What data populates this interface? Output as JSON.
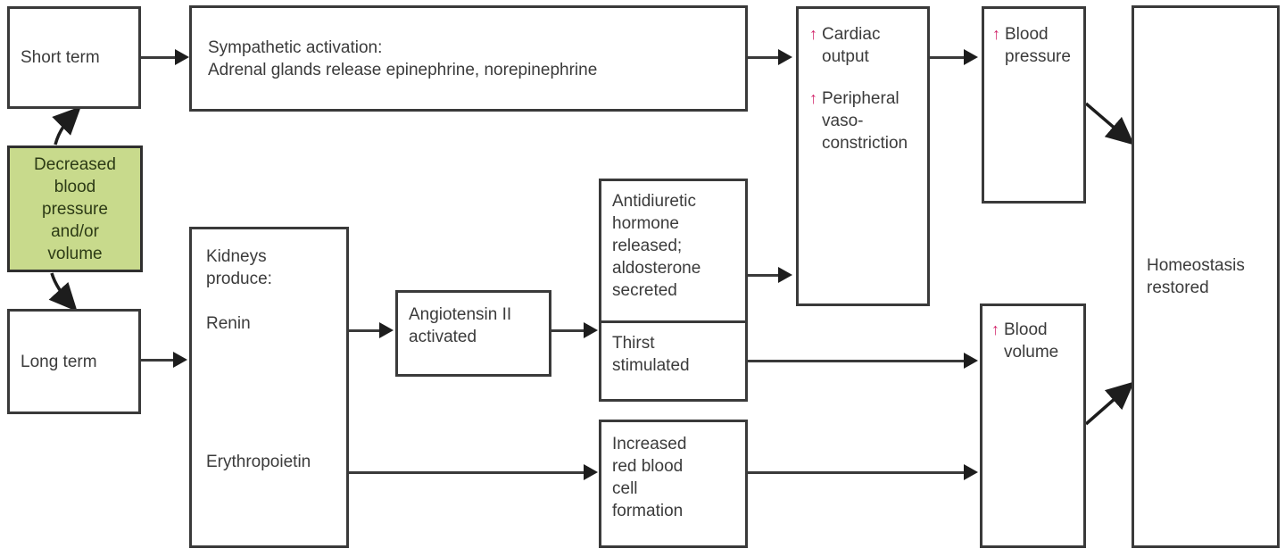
{
  "diagram": {
    "title": "Blood pressure regulation flowchart",
    "accent_color": "#d2246a",
    "highlight_color": "#c8da8c",
    "line_color": "#3a3a3a",
    "increase_glyph": "↑"
  },
  "nodes": {
    "short_term": {
      "label": "Short term"
    },
    "long_term": {
      "label": "Long term"
    },
    "trigger": {
      "label": "Decreased\nblood\npressure\nand/or\nvolume"
    },
    "sympathetic": {
      "label": "Sympathetic activation:\nAdrenal glands release epinephrine, norepinephrine"
    },
    "cardiac": {
      "line1": "Cardiac\noutput",
      "line2": "Peripheral\nvaso-\nconstriction"
    },
    "blood_pressure": {
      "label": "Blood\npressure"
    },
    "blood_volume": {
      "label": "Blood\nvolume"
    },
    "homeostasis": {
      "label": "Homeostasis\nrestored"
    },
    "kidneys": {
      "header": "Kidneys\nproduce:",
      "item1": "Renin",
      "item2": "Erythropoietin"
    },
    "angiotensin": {
      "label": "Angiotensin II\nactivated"
    },
    "adh": {
      "label": "Antidiuretic\nhormone\nreleased;\naldosterone\nsecreted"
    },
    "thirst": {
      "label": "Thirst\nstimulated"
    },
    "rbc": {
      "label": "Increased\nred blood\ncell\nformation"
    }
  }
}
